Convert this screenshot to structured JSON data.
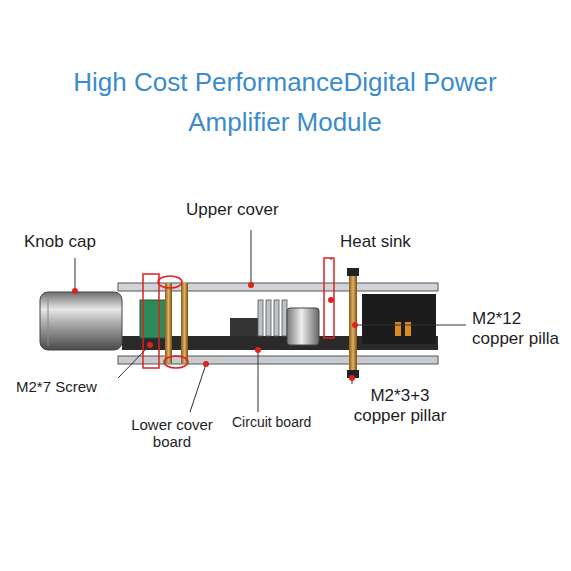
{
  "diagram": {
    "title": "High Cost PerformanceDigital Power Amplifier Module",
    "labels": [
      "Upper cover",
      "Knob cap",
      "Heat sink",
      "M2*12 copper pilla",
      "M2*7 Screw",
      "M2*3+3 copper pillar",
      "Lower cover board",
      "Circuit board"
    ]
  }
}
